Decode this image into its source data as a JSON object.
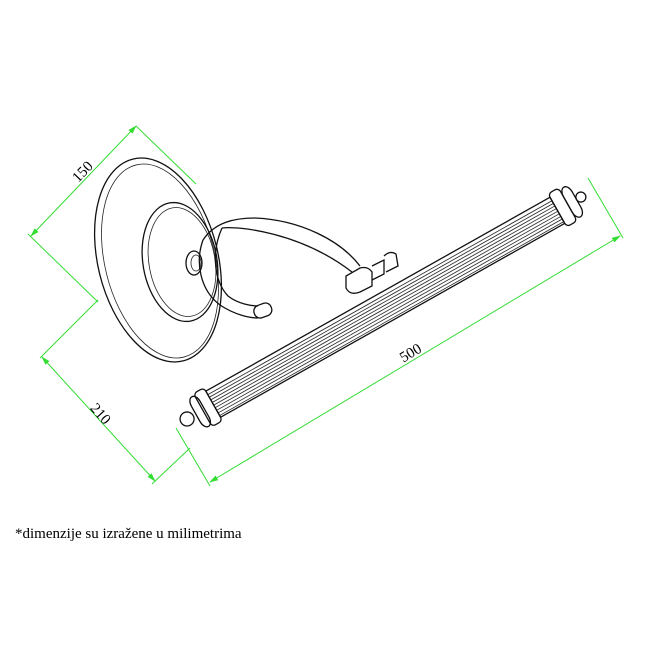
{
  "dimensions": {
    "plate_diameter": "150",
    "projection": "210",
    "length": "500"
  },
  "caption": "*dimenzije su izražene u milimetrima",
  "colors": {
    "dimension_line": "#33dd33",
    "drawing_line": "#111111"
  }
}
